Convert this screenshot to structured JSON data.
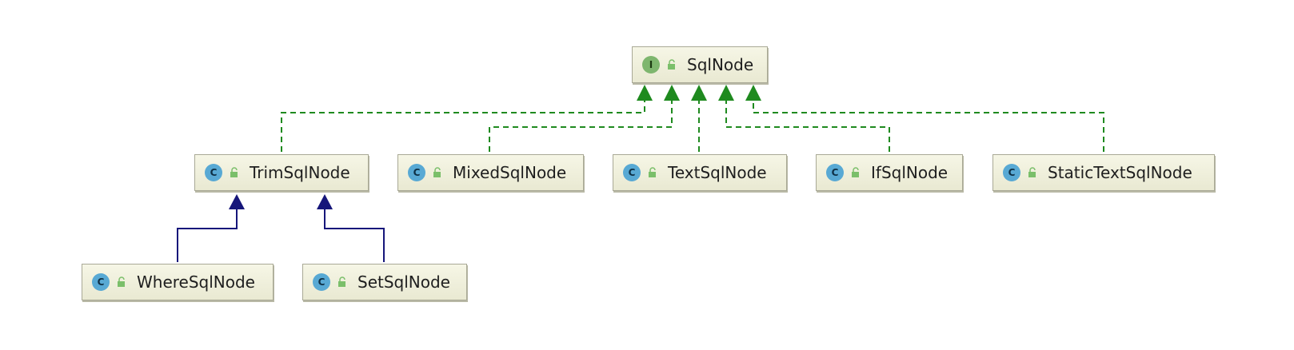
{
  "diagram": {
    "nodes": [
      {
        "id": "sqlnode",
        "kind": "I",
        "label": "SqlNode"
      },
      {
        "id": "trim",
        "kind": "C",
        "label": "TrimSqlNode"
      },
      {
        "id": "mixed",
        "kind": "C",
        "label": "MixedSqlNode"
      },
      {
        "id": "text",
        "kind": "C",
        "label": "TextSqlNode"
      },
      {
        "id": "if",
        "kind": "C",
        "label": "IfSqlNode"
      },
      {
        "id": "statictext",
        "kind": "C",
        "label": "StaticTextSqlNode"
      },
      {
        "id": "where",
        "kind": "C",
        "label": "WhereSqlNode"
      },
      {
        "id": "set",
        "kind": "C",
        "label": "SetSqlNode"
      }
    ],
    "edges": [
      {
        "from": "trim",
        "to": "sqlnode",
        "type": "implements"
      },
      {
        "from": "mixed",
        "to": "sqlnode",
        "type": "implements"
      },
      {
        "from": "text",
        "to": "sqlnode",
        "type": "implements"
      },
      {
        "from": "if",
        "to": "sqlnode",
        "type": "implements"
      },
      {
        "from": "statictext",
        "to": "sqlnode",
        "type": "implements"
      },
      {
        "from": "where",
        "to": "trim",
        "type": "extends"
      },
      {
        "from": "set",
        "to": "trim",
        "type": "extends"
      }
    ],
    "colors": {
      "implements": "#1f8a1f",
      "extends": "#16167a"
    }
  }
}
